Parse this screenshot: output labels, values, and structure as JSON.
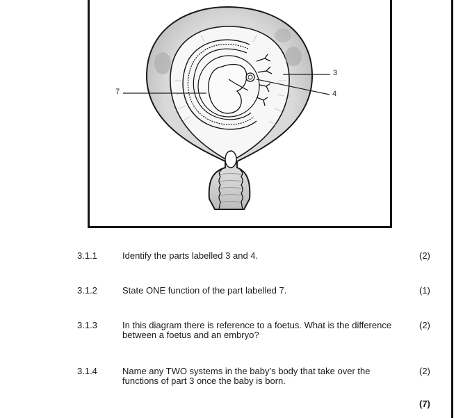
{
  "figure": {
    "labels": [
      {
        "id": "7",
        "text": "7"
      },
      {
        "id": "3",
        "text": "3"
      },
      {
        "id": "4",
        "text": "4"
      }
    ]
  },
  "questions": [
    {
      "number": "3.1.1",
      "text": "Identify the parts labelled 3 and 4.",
      "marks": "(2)"
    },
    {
      "number": "3.1.2",
      "text": "State ONE function of the part labelled 7.",
      "marks": "(1)"
    },
    {
      "number": "3.1.3",
      "text": "In this diagram there is reference to a foetus. What is the difference between a foetus and an embryo?",
      "marks": "(2)"
    },
    {
      "number": "3.1.4",
      "text": "Name any TWO systems in the baby’s body that take over the functions of part 3 once the baby is born.",
      "marks": "(2)"
    }
  ],
  "total_marks": "(7)"
}
